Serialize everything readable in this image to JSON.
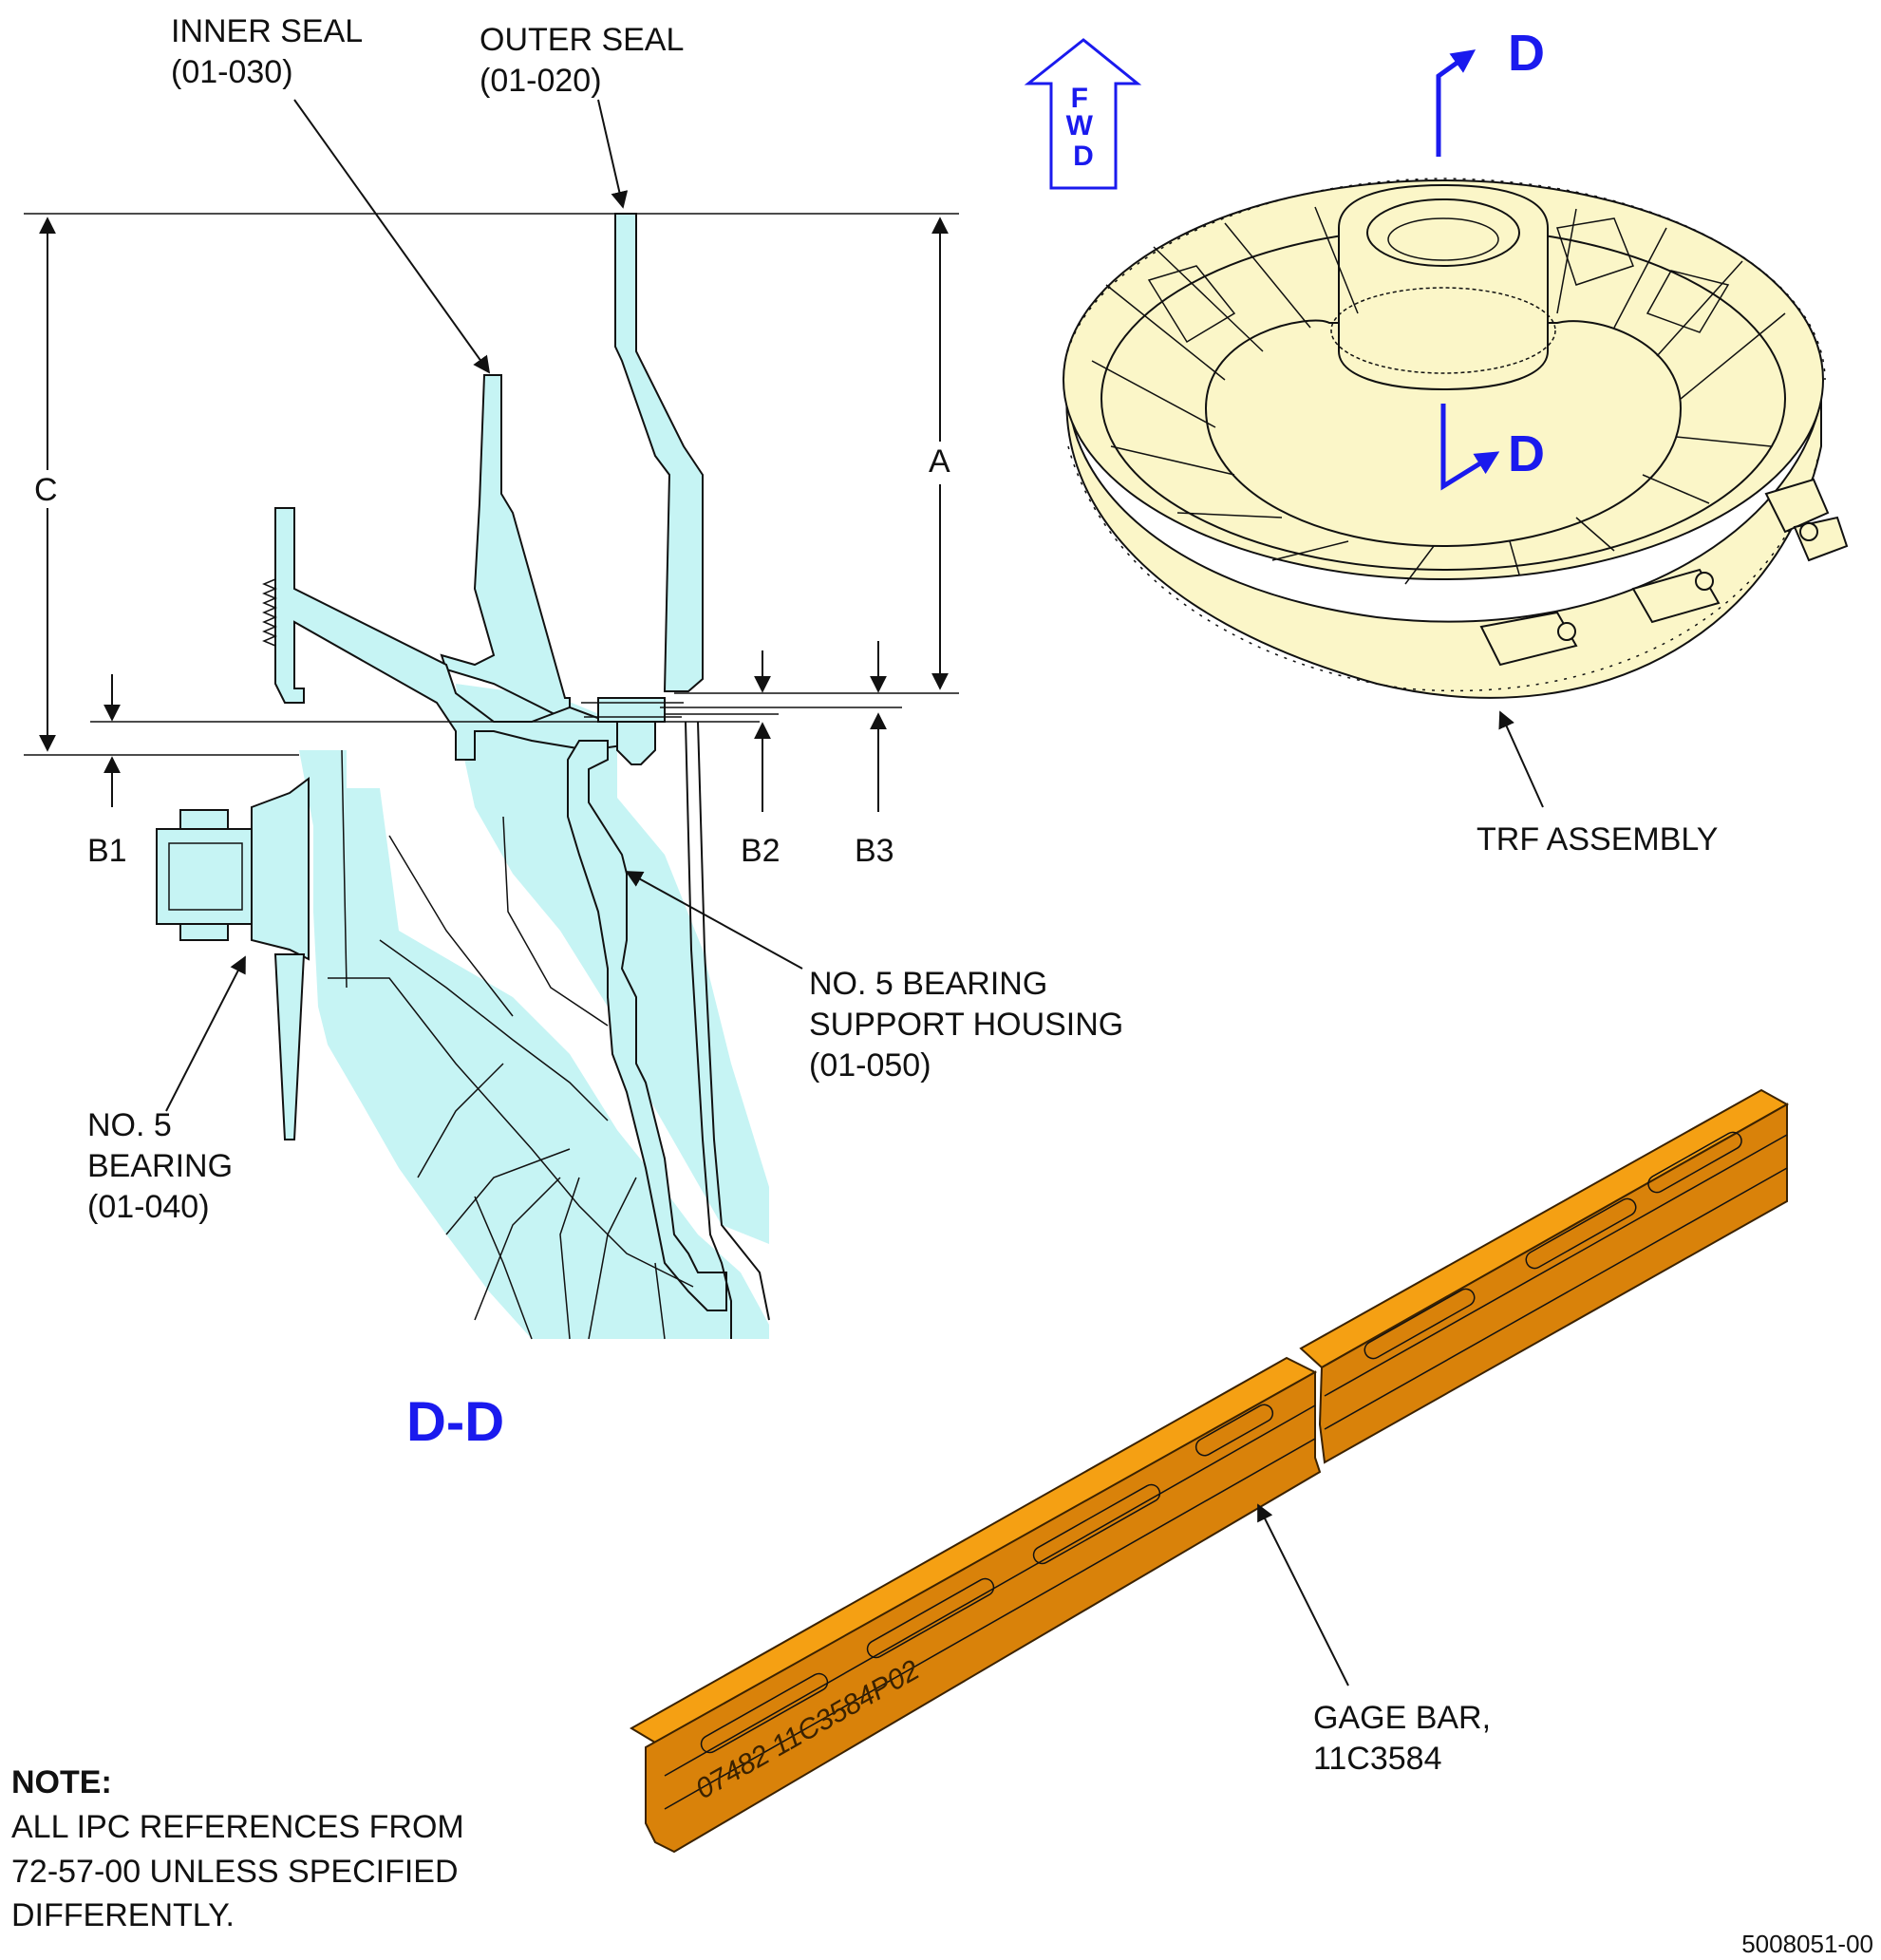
{
  "labels": {
    "inner_seal": [
      "INNER SEAL",
      "(01-030)"
    ],
    "outer_seal": [
      "OUTER SEAL",
      "(01-020)"
    ],
    "bearing_housing": [
      "NO. 5 BEARING",
      "SUPPORT HOUSING",
      "(01-050)"
    ],
    "bearing": [
      "NO. 5",
      "BEARING",
      "(01-040)"
    ],
    "dim_a": "A",
    "dim_c": "C",
    "dim_b1": "B1",
    "dim_b2": "B2",
    "dim_b3": "B3",
    "section_title": "D-D",
    "fwd_letters": [
      "F",
      "W",
      "D"
    ],
    "section_mark_top": "D",
    "section_mark_mid": "D",
    "trf_assembly": "TRF ASSEMBLY",
    "gage_bar": [
      "GAGE BAR,",
      "11C3584"
    ],
    "gage_bar_marking": "07482 11C3584P02",
    "note_title": "NOTE:",
    "note_lines": [
      "ALL IPC REFERENCES FROM",
      "72-57-00 UNLESS SPECIFIED",
      "DIFFERENTLY."
    ],
    "figure_id": "5008051-00"
  },
  "colors": {
    "section_fill": "#c6f4f4",
    "assembly_fill": "#fbf6c8",
    "gage_bar_fill": "#f5a013",
    "annotation_blue": "#1a1aee"
  }
}
